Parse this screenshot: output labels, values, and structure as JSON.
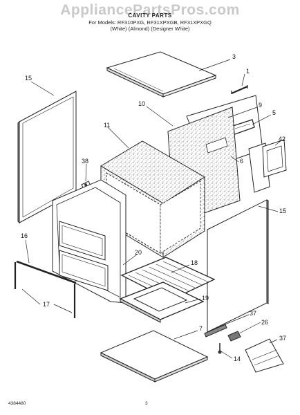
{
  "watermark": "AppliancePartsPros.com",
  "header": {
    "title": "CAVITY PARTS",
    "models": "For Models: RF310PXG, RF31XPXGB, RF31XPXGQ",
    "colors": "(White)   (Almond) (Designer White)"
  },
  "callouts": {
    "c3": "3",
    "c1": "1",
    "c15a": "15",
    "c10": "10",
    "c9": "9",
    "c5": "5",
    "c11": "11",
    "c42": "42",
    "c6": "6",
    "c38": "38",
    "c15b": "15",
    "c16": "16",
    "c20": "20",
    "c18": "18",
    "c19": "19",
    "c17": "17",
    "c37a": "37",
    "c26": "26",
    "c7": "7",
    "c37b": "37",
    "c14": "14"
  },
  "footer": {
    "doc_number": "4384480",
    "page": "3"
  }
}
